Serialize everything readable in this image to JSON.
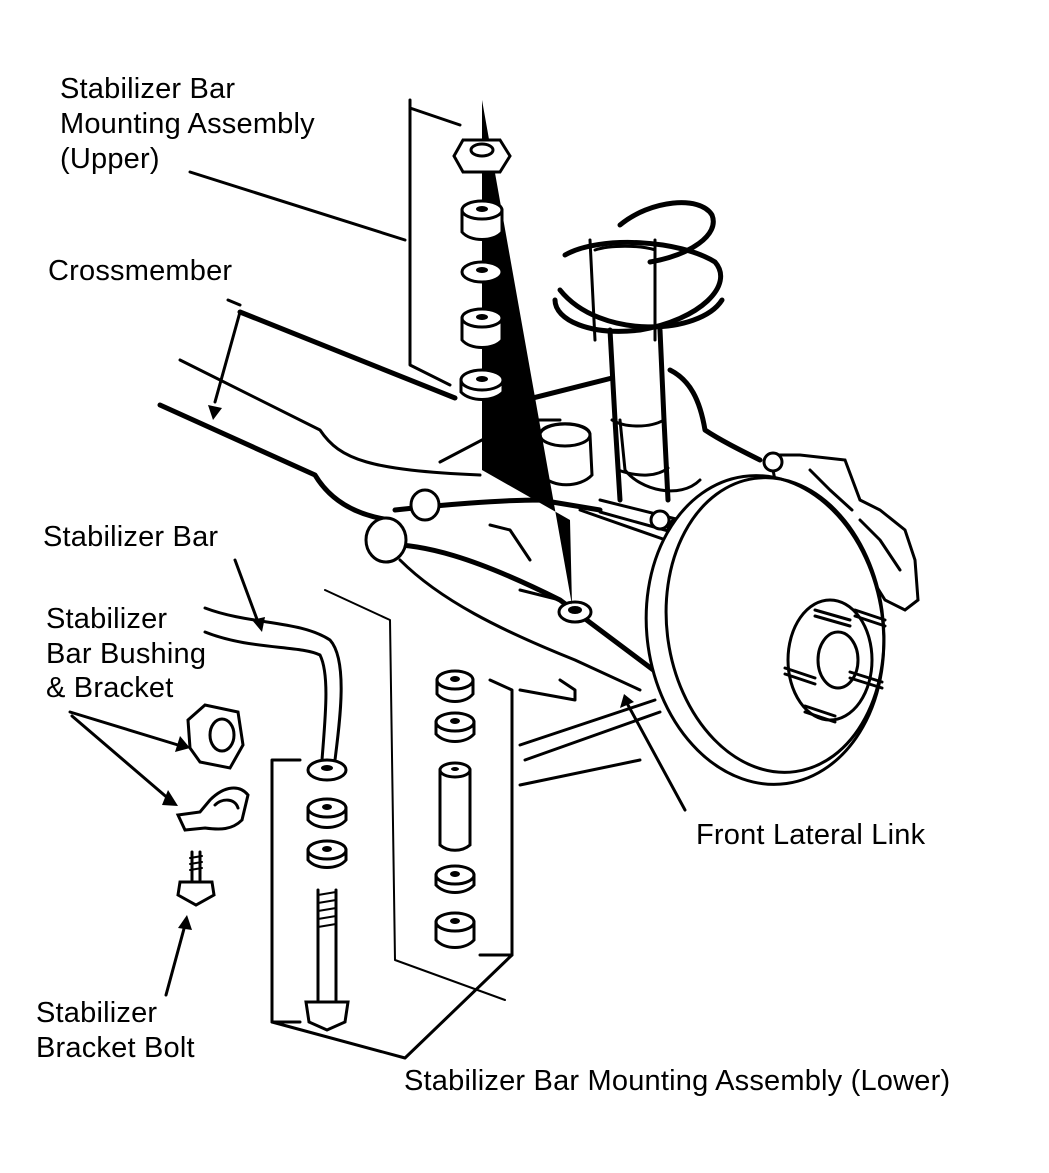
{
  "labels": {
    "upper_mount": [
      "Stabilizer Bar",
      "Mounting Assembly",
      "(Upper)"
    ],
    "crossmember": "Crossmember",
    "stabilizer_bar": "Stabilizer Bar",
    "bushing_bracket": [
      "Stabilizer",
      "Bar Bushing",
      "& Bracket"
    ],
    "front_lateral_link": "Front Lateral Link",
    "bracket_bolt": [
      "Stabilizer",
      "Bracket Bolt"
    ],
    "lower_mount": "Stabilizer Bar Mounting Assembly (Lower)"
  }
}
